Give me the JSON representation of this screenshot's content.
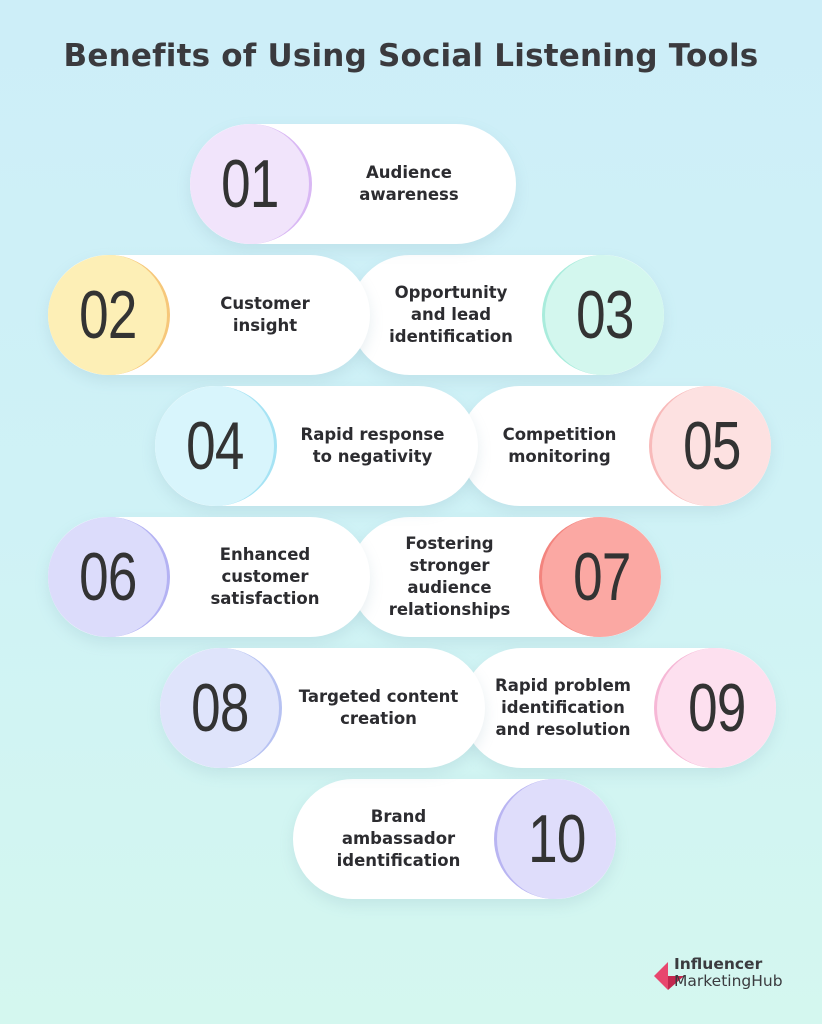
{
  "title": "Benefits of Using Social Listening Tools",
  "items": [
    {
      "number": "01",
      "label": "Audience\nawareness",
      "color": "#f1e4fb",
      "edge": "#d9b8f4"
    },
    {
      "number": "02",
      "label": "Customer\ninsight",
      "color": "#fdefb6",
      "edge": "#f6c77a"
    },
    {
      "number": "03",
      "label": "Opportunity\nand lead\nidentification",
      "color": "#d3f7ee",
      "edge": "#a9ecdc"
    },
    {
      "number": "04",
      "label": "Rapid response\nto negativity",
      "color": "#d8f5fc",
      "edge": "#a6e3f4"
    },
    {
      "number": "05",
      "label": "Competition\nmonitoring",
      "color": "#fde1e1",
      "edge": "#f8baba"
    },
    {
      "number": "06",
      "label": "Enhanced\ncustomer\nsatisfaction",
      "color": "#dcdcfb",
      "edge": "#b4b2f3"
    },
    {
      "number": "07",
      "label": "Fostering\nstronger\naudience\nrelationships",
      "color": "#fba8a3",
      "edge": "#f3847e"
    },
    {
      "number": "08",
      "label": "Targeted content\ncreation",
      "color": "#dfe4fb",
      "edge": "#b7c2f2"
    },
    {
      "number": "09",
      "label": "Rapid problem\nidentification\nand resolution",
      "color": "#fde0ef",
      "edge": "#f6b8d6"
    },
    {
      "number": "10",
      "label": "Brand\nambassador\nidentification",
      "color": "#dfddfb",
      "edge": "#b9b5f2"
    }
  ],
  "logo": {
    "line1": "Influencer",
    "line2a": "Marketing",
    "line2b": "Hub",
    "color": "#e8476e"
  }
}
